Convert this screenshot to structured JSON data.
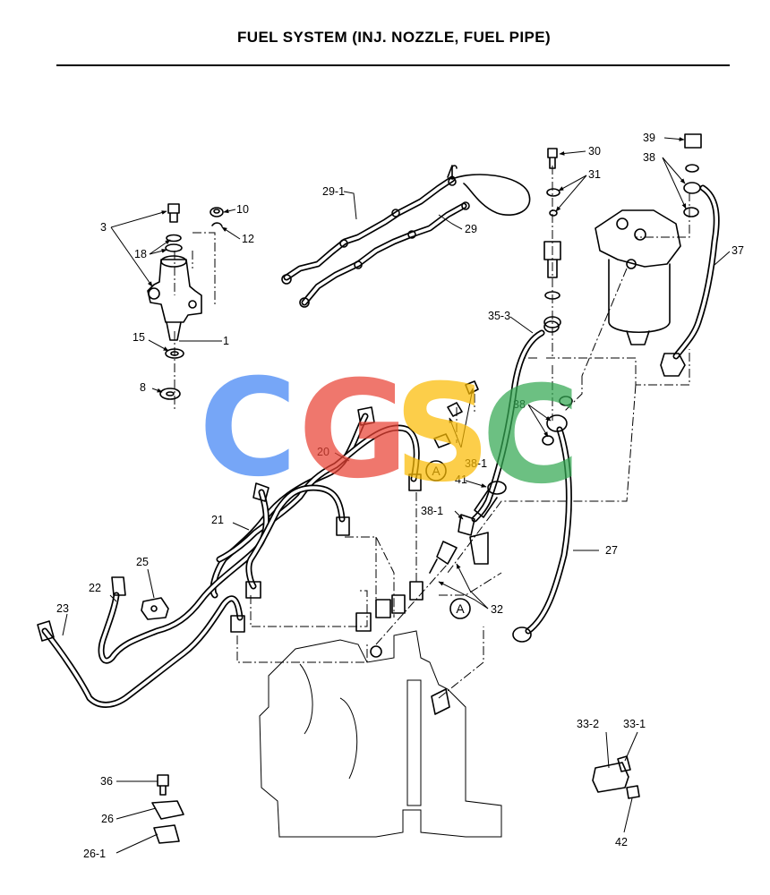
{
  "title": "FUEL SYSTEM (INJ. NOZZLE, FUEL PIPE)",
  "watermark": {
    "letters": [
      "C",
      "G",
      "S",
      "C"
    ],
    "colors": [
      "#4285F4",
      "#EA4335",
      "#FBBC05",
      "#34A853"
    ]
  },
  "callouts": [
    "1",
    "3",
    "8",
    "10",
    "12",
    "15",
    "18",
    "20",
    "21",
    "22",
    "23",
    "25",
    "26",
    "26-1",
    "27",
    "29",
    "29-1",
    "30",
    "31",
    "32",
    "33-1",
    "33-2",
    "35-3",
    "36",
    "37",
    "38",
    "38",
    "38-1",
    "38-1",
    "39",
    "41",
    "42"
  ],
  "reference_marks": [
    "A",
    "A"
  ]
}
